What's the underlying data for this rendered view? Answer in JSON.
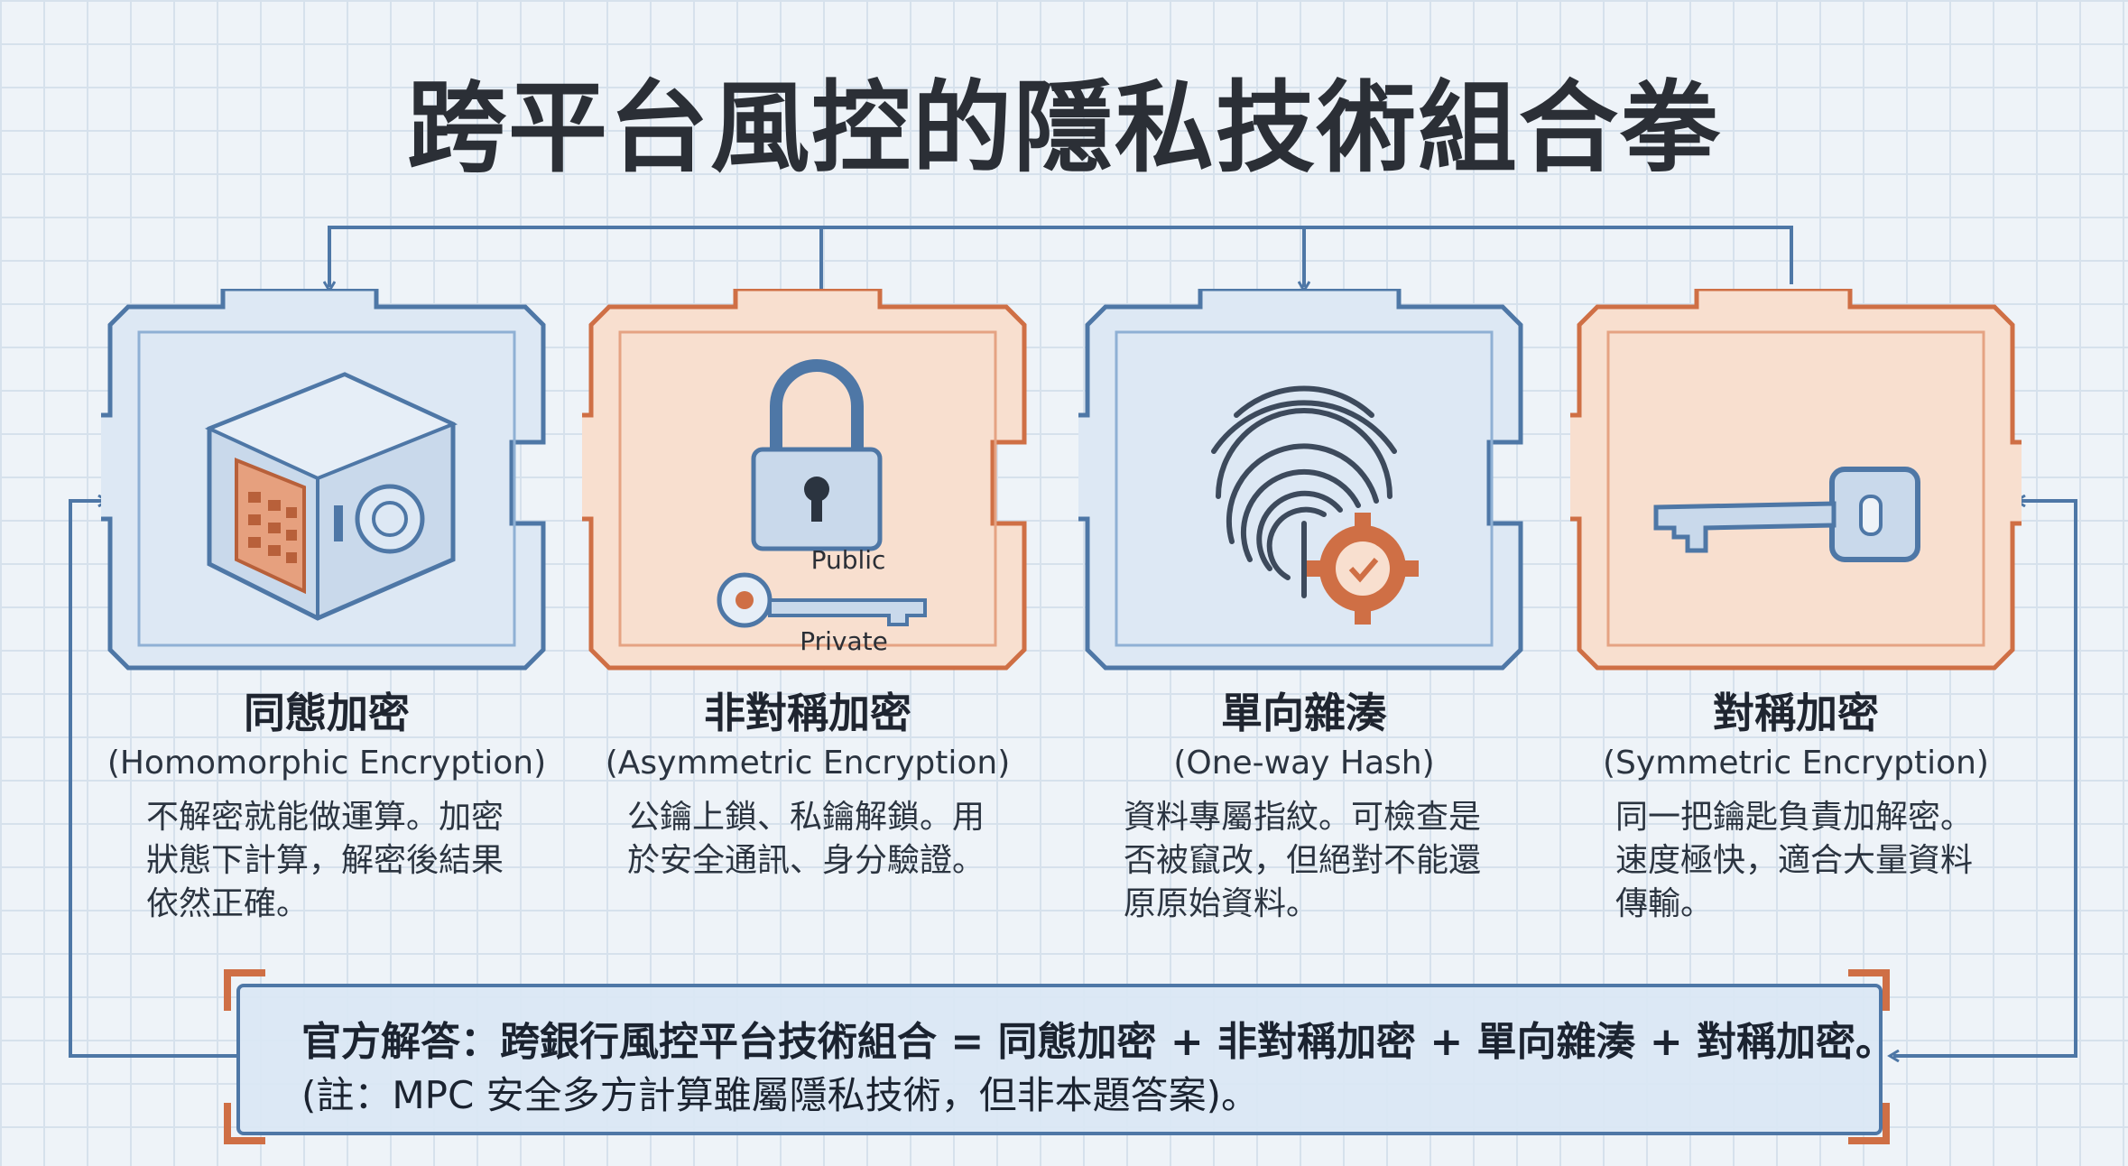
{
  "title": "跨平台風控的隱私技術組合拳",
  "techniques": [
    {
      "name_zh": "同態加密",
      "name_en": "(Homomorphic Encryption)",
      "description": "不解密就能做運算。加密狀態下計算，解密後結果依然正確。",
      "icon": "safe-icon",
      "accent": "#5b84b8"
    },
    {
      "name_zh": "非對稱加密",
      "name_en": "(Asymmetric Encryption)",
      "description": "公鑰上鎖、私鑰解鎖。用於安全通訊、身分驗證。",
      "icon": "padlock-key-icon",
      "accent": "#d07a55",
      "key_labels": [
        "Public",
        "Private"
      ]
    },
    {
      "name_zh": "單向雜湊",
      "name_en": "(One-way Hash)",
      "description": "資料專屬指紋。可檢查是否被竄改，但絕對不能還原原始資料。",
      "icon": "fingerprint-icon",
      "accent": "#5b84b8"
    },
    {
      "name_zh": "對稱加密",
      "name_en": "(Symmetric Encryption)",
      "description": "同一把鑰匙負責加解密。速度極快，適合大量資料傳輸。",
      "icon": "key-icon",
      "accent": "#d07a55"
    }
  ],
  "answer": {
    "main": "官方解答：跨銀行風控平台技術組合 = 同態加密 + 非對稱加密 + 單向雜湊 + 對稱加密。",
    "note": "(註：MPC 安全多方計算雖屬隱私技術，但非本題答案)。"
  },
  "colors": {
    "blue_stroke": "#4e77a6",
    "blue_fill": "#dde8f4",
    "orange_stroke": "#cf6f45",
    "orange_fill": "#f8dfcf"
  }
}
